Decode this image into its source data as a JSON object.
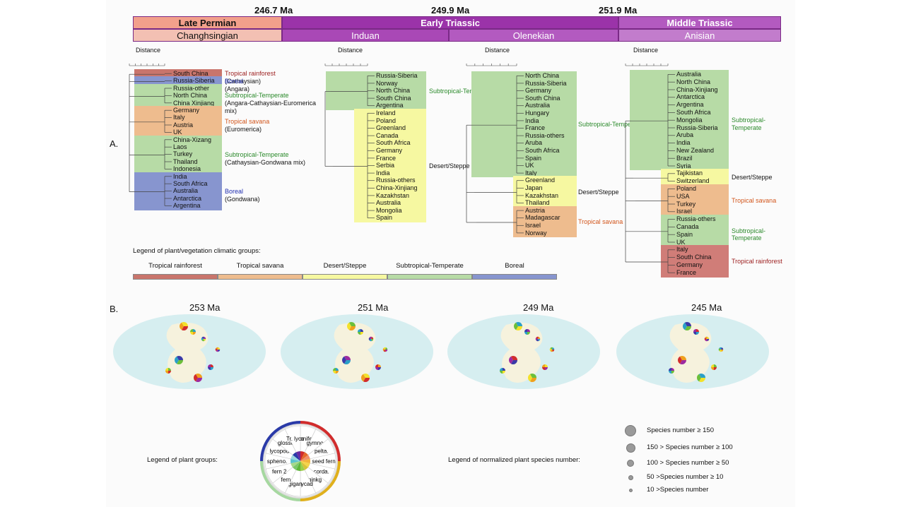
{
  "timescale": {
    "boundaries": [
      "246.7 Ma",
      "249.9 Ma",
      "251.9 Ma"
    ],
    "periods": [
      "Late Permian",
      "Early Triassic",
      "Middle Triassic"
    ],
    "stages": [
      "Changhsingian",
      "Induan",
      "Olenekian",
      "Anisian"
    ]
  },
  "section_labels": {
    "a": "A.",
    "b": "B."
  },
  "distance_label": "Distance",
  "tree1": {
    "groups": [
      {
        "color": "#c9756c",
        "taxa": [
          "South China"
        ],
        "zone": "Tropical rainforest",
        "zone_sub": "(Cathaysian)",
        "zone_color": "#9b1c1c"
      },
      {
        "color": "#8795cf",
        "taxa": [
          "Russia-Siberia"
        ],
        "zone": "Boreal",
        "zone_sub": "(Angara)",
        "zone_color": "#1f2db0"
      },
      {
        "color": "#b7dba6",
        "taxa": [
          "Russia-other",
          "North China",
          "China Xinjiang"
        ],
        "zone": "Subtropical-Temperate",
        "zone_sub": "(Angara-Cathaysian-Euromerica mix)",
        "zone_color": "#2b8a2b"
      },
      {
        "color": "#eebc8e",
        "taxa": [
          "Germany",
          "Italy",
          "Austria",
          "UK"
        ],
        "zone": "Tropical savana",
        "zone_sub": "(Euromerica)",
        "zone_color": "#d2551b"
      },
      {
        "color": "#b7dba6",
        "taxa": [
          "China-Xizang",
          "Laos",
          "Turkey",
          "Thailand",
          "Indonesia"
        ],
        "zone": "Subtropical-Temperate",
        "zone_sub": "(Cathaysian-Gondwana mix)",
        "zone_color": "#2b8a2b"
      },
      {
        "color": "#8795cf",
        "taxa": [
          "India",
          "South Africa",
          "Australia",
          "Antarctica",
          "Argentina"
        ],
        "zone": "Boreal",
        "zone_sub": "(Gondwana)",
        "zone_color": "#1f2db0"
      }
    ]
  },
  "tree2": {
    "groups": [
      {
        "color": "#b7dba6",
        "taxa": [
          "Russia-Siberia",
          "Norway",
          "North China",
          "South China",
          "Argentina"
        ],
        "zone": "Subtropical-Temperate",
        "zone_color": "#2b8a2b"
      },
      {
        "color": "#f6f8a1",
        "taxa": [
          "Ireland",
          "Poland",
          "Greenland",
          "Canada",
          "South Africa",
          "Germany",
          "France",
          "Serbia",
          "India",
          "Russia-others",
          "China-Xinjiang",
          "Kazakhstan",
          "Australia",
          "Mongolia",
          "Spain"
        ],
        "zone": "Desert/Steppe",
        "zone_color": "#111111"
      }
    ]
  },
  "tree3": {
    "groups": [
      {
        "color": "#b7dba6",
        "taxa": [
          "North China",
          "Russia-Siberia",
          "Germany",
          "South China",
          "Australia",
          "Hungary",
          "India",
          "France",
          "Russia-others",
          "Aruba",
          "South Africa",
          "Spain",
          "UK",
          "Italy"
        ],
        "zone": "Subtropical-Temperate",
        "zone_color": "#2b8a2b"
      },
      {
        "color": "#f6f8a1",
        "taxa": [
          "Greenland",
          "Japan",
          "Kazakhstan",
          "Thailand"
        ],
        "zone": "Desert/Steppe",
        "zone_color": "#111111"
      },
      {
        "color": "#eebc8e",
        "taxa": [
          "Austria",
          "Madagascar",
          "Israel",
          "Norway"
        ],
        "zone": "Tropical savana",
        "zone_color": "#d2551b"
      }
    ]
  },
  "tree4": {
    "groups": [
      {
        "color": "#b7dba6",
        "taxa": [
          "Australia",
          "North China",
          "China-Xinjiang",
          "Antarctica",
          "Argentina",
          "South Africa",
          "Mongolia",
          "Russia-Siberia",
          "Aruba",
          "India",
          "New Zealand",
          "Brazil",
          "Syria"
        ],
        "zone": "Subtropical-Temperate",
        "zone_color": "#2b8a2b"
      },
      {
        "color": "#f6f8a1",
        "taxa": [
          "Tajikistan",
          "Switzerland"
        ],
        "zone": "Desert/Steppe",
        "zone_color": "#111111"
      },
      {
        "color": "#eebc8e",
        "taxa": [
          "Poland",
          "USA",
          "Turkey",
          "Israel"
        ],
        "zone": "Tropical savana",
        "zone_color": "#d2551b"
      },
      {
        "color": "#b7dba6",
        "taxa": [
          "Russia-others",
          "Canada",
          "Spain",
          "UK"
        ],
        "zone": "Subtropical-Temperate",
        "zone_color": "#2b8a2b"
      },
      {
        "color": "#d07d78",
        "taxa": [
          "Italy",
          "South China",
          "Germany",
          "France"
        ],
        "zone": "Tropical rainforest",
        "zone_color": "#9b1c1c"
      }
    ]
  },
  "climate_legend": {
    "title": "Legend of plant/vegetation climatic groups:",
    "items": [
      {
        "label": "Tropical rainforest",
        "color": "#c9756c"
      },
      {
        "label": "Tropical savana",
        "color": "#eebc8e"
      },
      {
        "label": "Desert/Steppe",
        "color": "#f6f8a1"
      },
      {
        "label": "Subtropical-Temperate",
        "color": "#b7dba6"
      },
      {
        "label": "Boreal",
        "color": "#8795cf"
      }
    ]
  },
  "maps": [
    {
      "age": "253 Ma"
    },
    {
      "age": "251 Ma"
    },
    {
      "age": "249 Ma"
    },
    {
      "age": "245 Ma"
    }
  ],
  "plant_legend": {
    "title": "Legend of plant groups:",
    "groups": [
      "conifer",
      "gymno",
      "pelta.",
      "seed fern",
      "corda.",
      "ginkg",
      "cycad",
      "gigan",
      "fern",
      "fern 2",
      "spheno.",
      "lycopod",
      "glosso",
      "Tr. lyco"
    ]
  },
  "size_legend": {
    "title": "Legend of normalized plant species number:",
    "items": [
      "Species number ≥ 150",
      "150 > Species number ≥ 100",
      "100 > Species number ≥ 50",
      "50 >Species number ≥ 10",
      "10 >Species number"
    ]
  }
}
